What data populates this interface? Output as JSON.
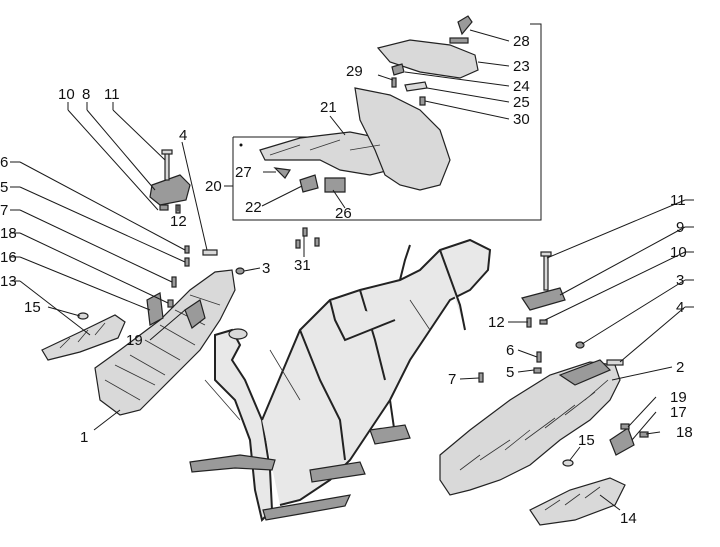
{
  "diagram": {
    "callouts": {
      "c1": "1",
      "c2": "2",
      "c3a": "3",
      "c3b": "3",
      "c4a": "4",
      "c4b": "4",
      "c5a": "5",
      "c5b": "5",
      "c6a": "6",
      "c6b": "6",
      "c7a": "7",
      "c7b": "7",
      "c8": "8",
      "c9": "9",
      "c10a": "10",
      "c10b": "10",
      "c11a": "11",
      "c11b": "11",
      "c12a": "12",
      "c12b": "12",
      "c13": "13",
      "c14": "14",
      "c15a": "15",
      "c15b": "15",
      "c16": "16",
      "c17": "17",
      "c18a": "18",
      "c18b": "18",
      "c19a": "19",
      "c19b": "19",
      "c20": "20",
      "c21": "21",
      "c22": "22",
      "c23": "23",
      "c24": "24",
      "c25": "25",
      "c26": "26",
      "c27": "27",
      "c28": "28",
      "c29": "29",
      "c30": "30",
      "c31": "31"
    }
  }
}
